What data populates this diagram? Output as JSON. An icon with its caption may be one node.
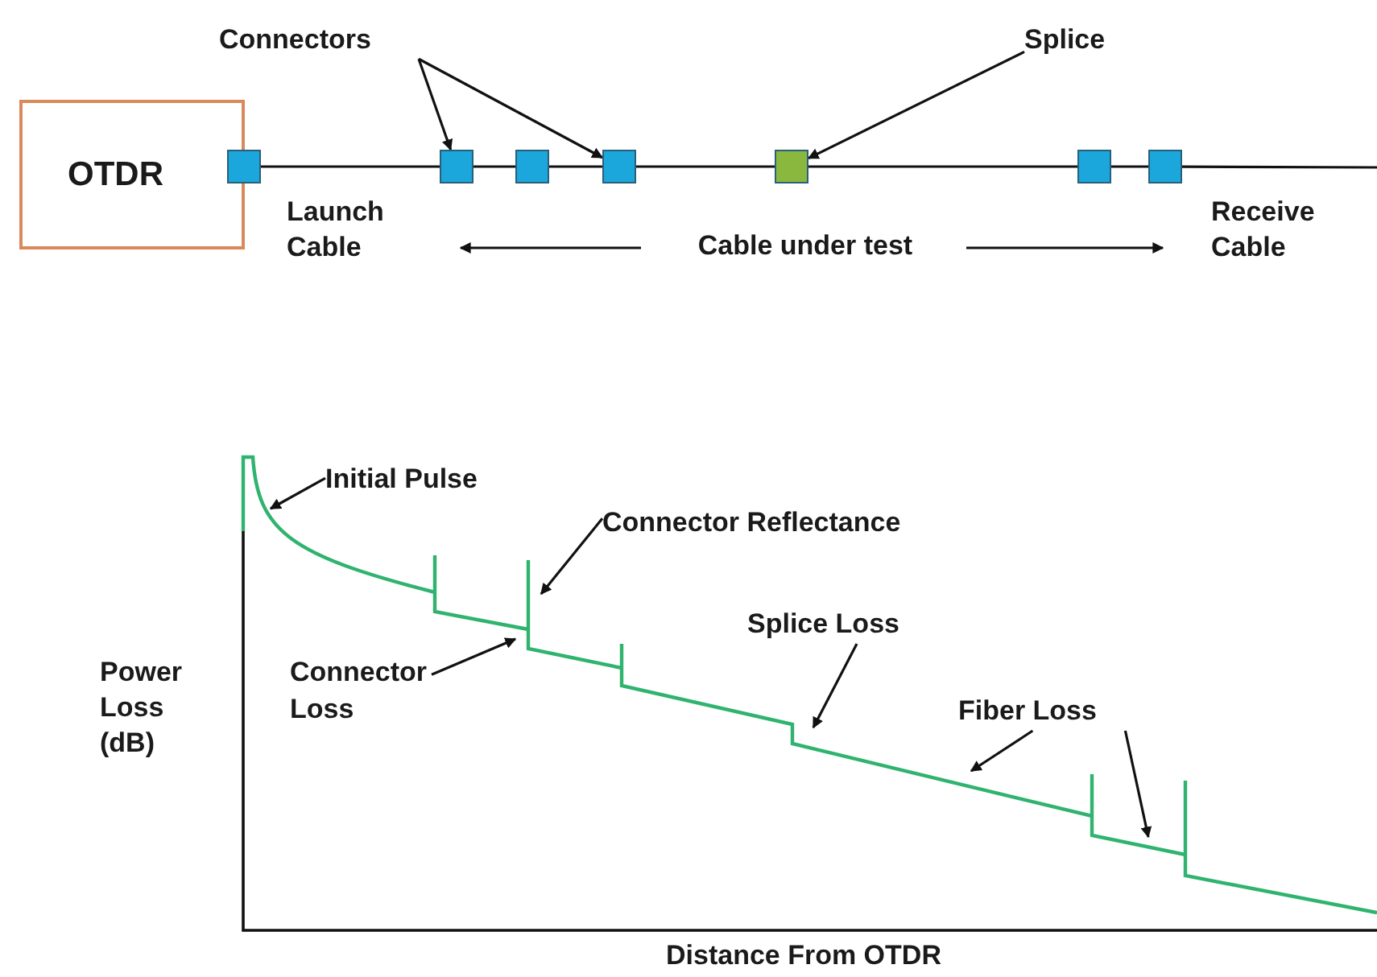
{
  "diagram": {
    "nodes": [
      {
        "text": [
          "OTDR"
        ]
      },
      {
        "text": [],
        "shape": "box"
      },
      {
        "text": [],
        "shape": "box"
      },
      {
        "text": [],
        "shape": "box"
      },
      {
        "text": [],
        "shape": "box"
      },
      {
        "text": [],
        "shape": "box"
      },
      {
        "text": [],
        "shape": "box"
      },
      {
        "text": [],
        "shape": "box"
      },
      {
        "text": [
          "Connectors"
        ]
      },
      {
        "text": [
          "Splice"
        ]
      },
      {
        "text": [
          "Initial Pulse"
        ]
      },
      {
        "text": [
          "Connector Reflectance"
        ]
      },
      {
        "text": [
          "Connector Loss"
        ]
      },
      {
        "text": [
          "Splice Loss"
        ]
      },
      {
        "text": [
          "Fiber Loss"
        ]
      }
    ],
    "edges": [
      {
        "from": 1,
        "to": 2,
        "arrow": "none"
      },
      {
        "from": 2,
        "to": 3,
        "arrow": "none"
      },
      {
        "from": 3,
        "to": 4,
        "arrow": "none"
      },
      {
        "from": 4,
        "to": 5,
        "arrow": "none"
      },
      {
        "from": 5,
        "to": 6,
        "arrow": "none"
      },
      {
        "from": 6,
        "to": 7,
        "arrow": "none"
      },
      {
        "from": 7,
        "to": null,
        "arrow": "none"
      },
      {
        "from": 8,
        "to": 2,
        "arrow": "to"
      },
      {
        "from": 8,
        "to": 4,
        "arrow": "to"
      },
      {
        "from": 9,
        "to": 5,
        "arrow": "to"
      },
      {
        "from": 10,
        "to": null,
        "arrow": "to"
      },
      {
        "from": 11,
        "to": null,
        "arrow": "to"
      },
      {
        "from": 12,
        "to": null,
        "arrow": "to"
      },
      {
        "from": 13,
        "to": null,
        "arrow": "to"
      },
      {
        "from": 14,
        "to": null,
        "arrow": "to"
      },
      {
        "from": 14,
        "to": null,
        "arrow": "to"
      }
    ],
    "labels": [
      "Launch Cable",
      "Cable under test",
      "Receive Cable",
      "Power Loss (dB)",
      "Distance From OTDR"
    ]
  }
}
